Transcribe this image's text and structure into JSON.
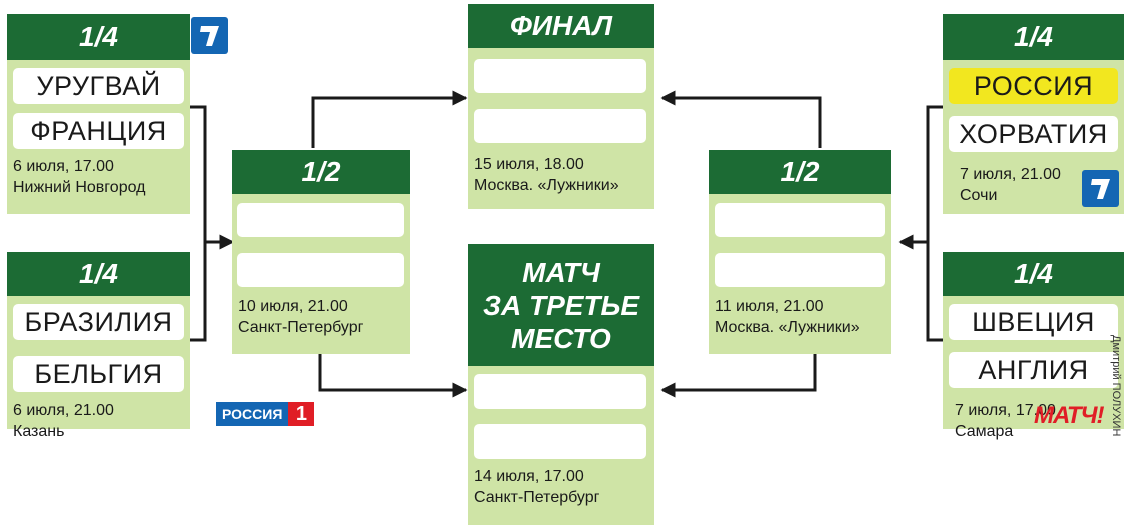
{
  "qf1": {
    "stage": "1/4",
    "team_a": "УРУГВАЙ",
    "team_b": "ФРАНЦИЯ",
    "date": "6 июля, 17.00",
    "venue": "Нижний Новгород",
    "broadcaster": "channel-one-logo"
  },
  "qf2": {
    "stage": "1/4",
    "team_a": "БРАЗИЛИЯ",
    "team_b": "БЕЛЬГИЯ",
    "date": "6 июля, 21.00",
    "venue": "Казань",
    "broadcaster_text": "РОССИЯ",
    "broadcaster_num": "1"
  },
  "qf3": {
    "stage": "1/4",
    "team_a": "РОССИЯ",
    "team_b": "ХОРВАТИЯ",
    "date": "7 июля, 21.00",
    "venue": "Сочи",
    "broadcaster": "channel-one-logo"
  },
  "qf4": {
    "stage": "1/4",
    "team_a": "ШВЕЦИЯ",
    "team_b": "АНГЛИЯ",
    "date": "7 июля, 17.00",
    "venue": "Самара",
    "broadcaster_text": "МАТЧ!"
  },
  "sf1": {
    "stage": "1/2",
    "date": "10 июля, 21.00",
    "venue": "Санкт-Петербург"
  },
  "sf2": {
    "stage": "1/2",
    "date": "11 июля, 21.00",
    "venue": "Москва. «Лужники»"
  },
  "final": {
    "stage": "ФИНАЛ",
    "date": "15 июля, 18.00",
    "venue": "Москва. «Лужники»"
  },
  "third": {
    "stage_line1": "МАТЧ",
    "stage_line2": "ЗА ТРЕТЬЕ",
    "stage_line3": "МЕСТО",
    "date": "14 июля, 17.00",
    "venue": "Санкт-Петербург"
  },
  "credit": "Дмитрий ПОЛУХИН",
  "colors": {
    "header": "#1c6b34",
    "card": "#cfe4a6",
    "highlight": "#f2e71f",
    "connector": "#1a1a1a"
  }
}
